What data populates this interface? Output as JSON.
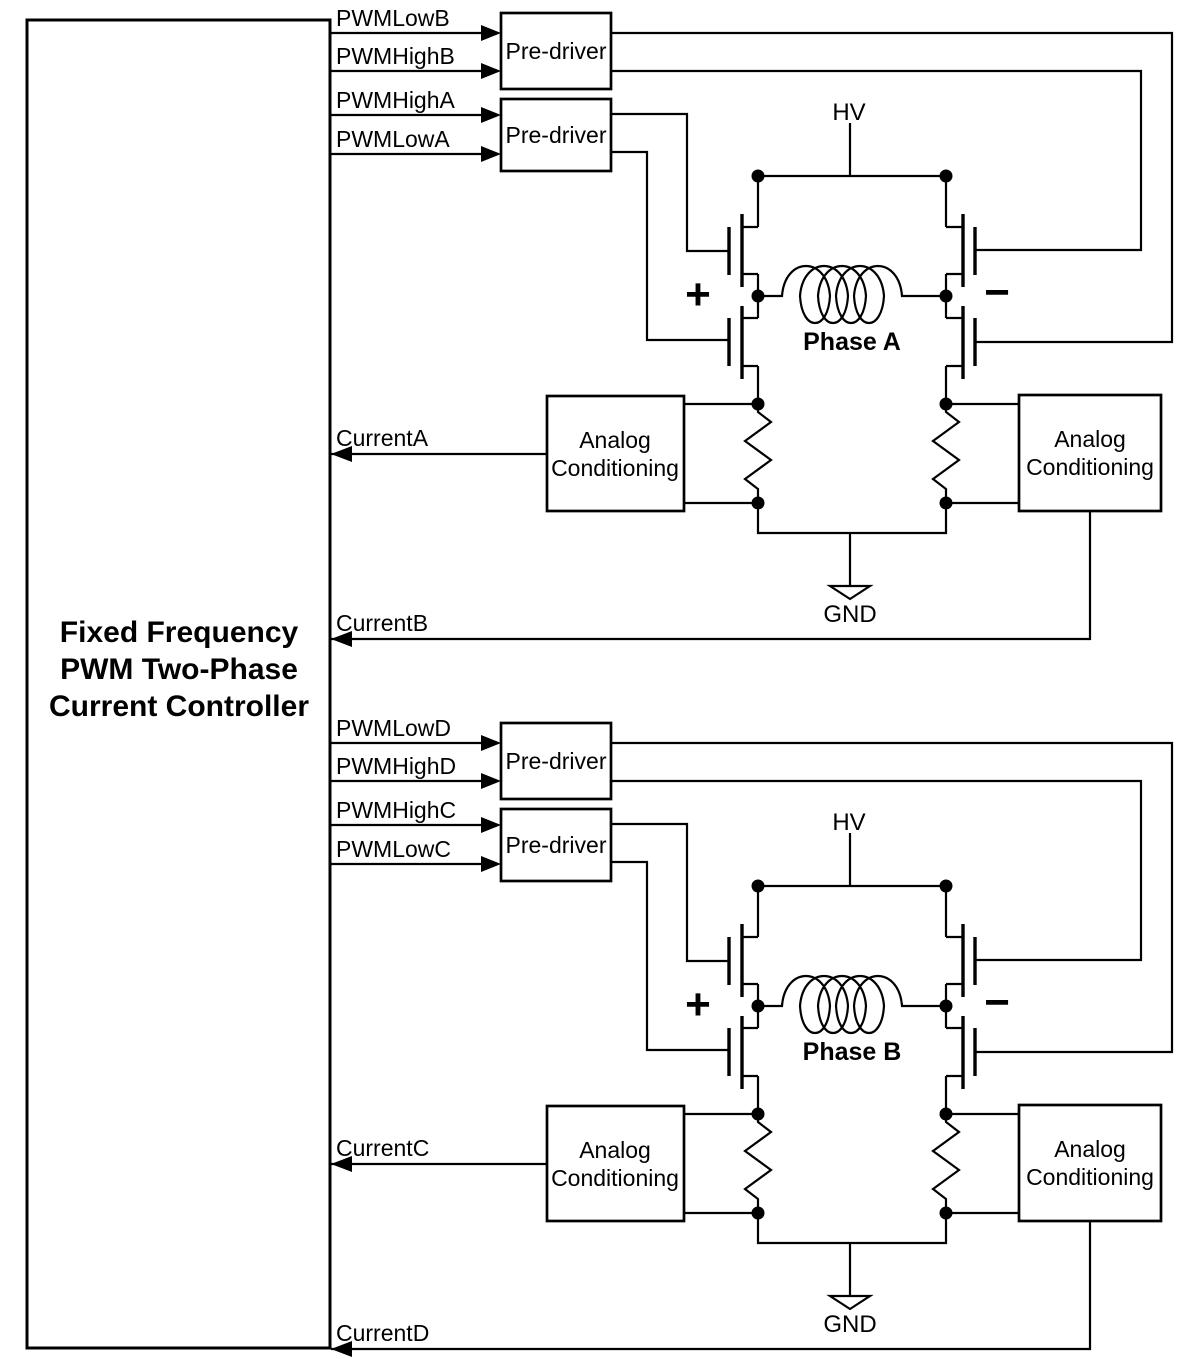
{
  "colors": {
    "stroke": "#000000",
    "background": "#ffffff"
  },
  "controller": {
    "title_lines": [
      "Fixed Frequency",
      "PWM Two-Phase",
      "Current Controller"
    ]
  },
  "labels": {
    "predriver": "Pre-driver",
    "analog_line1": "Analog",
    "analog_line2": "Conditioning",
    "hv": "HV",
    "gnd": "GND",
    "plus": "+",
    "minus": "−"
  },
  "phase_a": {
    "pwm": [
      "PWMLowB",
      "PWMHighB",
      "PWMHighA",
      "PWMLowA"
    ],
    "currents": [
      "CurrentA",
      "CurrentB"
    ],
    "phase_label": "Phase A"
  },
  "phase_b": {
    "pwm": [
      "PWMLowD",
      "PWMHighD",
      "PWMHighC",
      "PWMLowC"
    ],
    "currents": [
      "CurrentC",
      "CurrentD"
    ],
    "phase_label": "Phase B"
  }
}
